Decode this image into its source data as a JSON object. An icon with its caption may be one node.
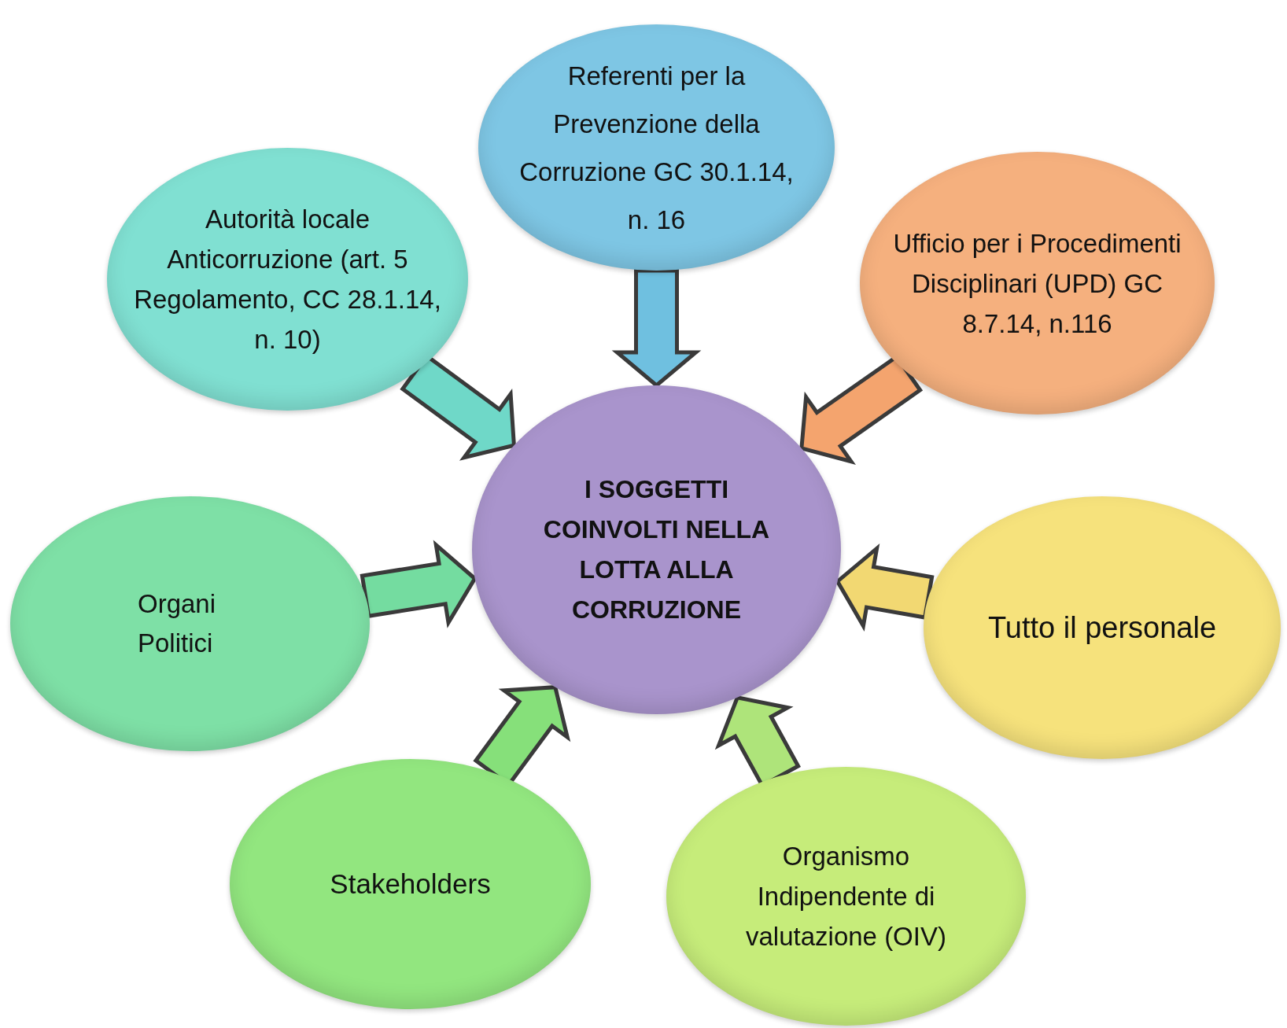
{
  "diagram": {
    "nodes": [
      {
        "text": [
          "Referenti per la Prevenzione della Corruzione GC 30.1.14, n. 16"
        ]
      },
      {
        "text": [
          "Autorità locale Anticorruzione (art. 5 Regolamento, CC 28.1.14, n. 10)"
        ]
      },
      {
        "text": [
          "Ufficio per i Procedimenti Disciplinari (UPD) GC 8.7.14, n.116"
        ]
      },
      {
        "text": [
          "I SOGGETTI COINVOLTI NELLA LOTTA ALLA CORRUZIONE"
        ]
      },
      {
        "text": [
          "Organi Politici"
        ]
      },
      {
        "text": [
          "Tutto il personale"
        ]
      },
      {
        "text": [
          "Stakeholders"
        ]
      },
      {
        "text": [
          "Organismo Indipendente di valutazione (OIV)"
        ]
      }
    ],
    "edges": [
      {
        "from": 0,
        "to": 3,
        "arrow": "to",
        "color": "#6fc0e0"
      },
      {
        "from": 1,
        "to": 3,
        "arrow": "to",
        "color": "#6fd8c8"
      },
      {
        "from": 2,
        "to": 3,
        "arrow": "to",
        "color": "#f4a46e"
      },
      {
        "from": 4,
        "to": 3,
        "arrow": "to",
        "color": "#74dca0"
      },
      {
        "from": 5,
        "to": 3,
        "arrow": "to",
        "color": "#f2d872"
      },
      {
        "from": 6,
        "to": 3,
        "arrow": "to",
        "color": "#86e07a"
      },
      {
        "from": 7,
        "to": 3,
        "arrow": "to",
        "color": "#aee47a"
      }
    ]
  }
}
